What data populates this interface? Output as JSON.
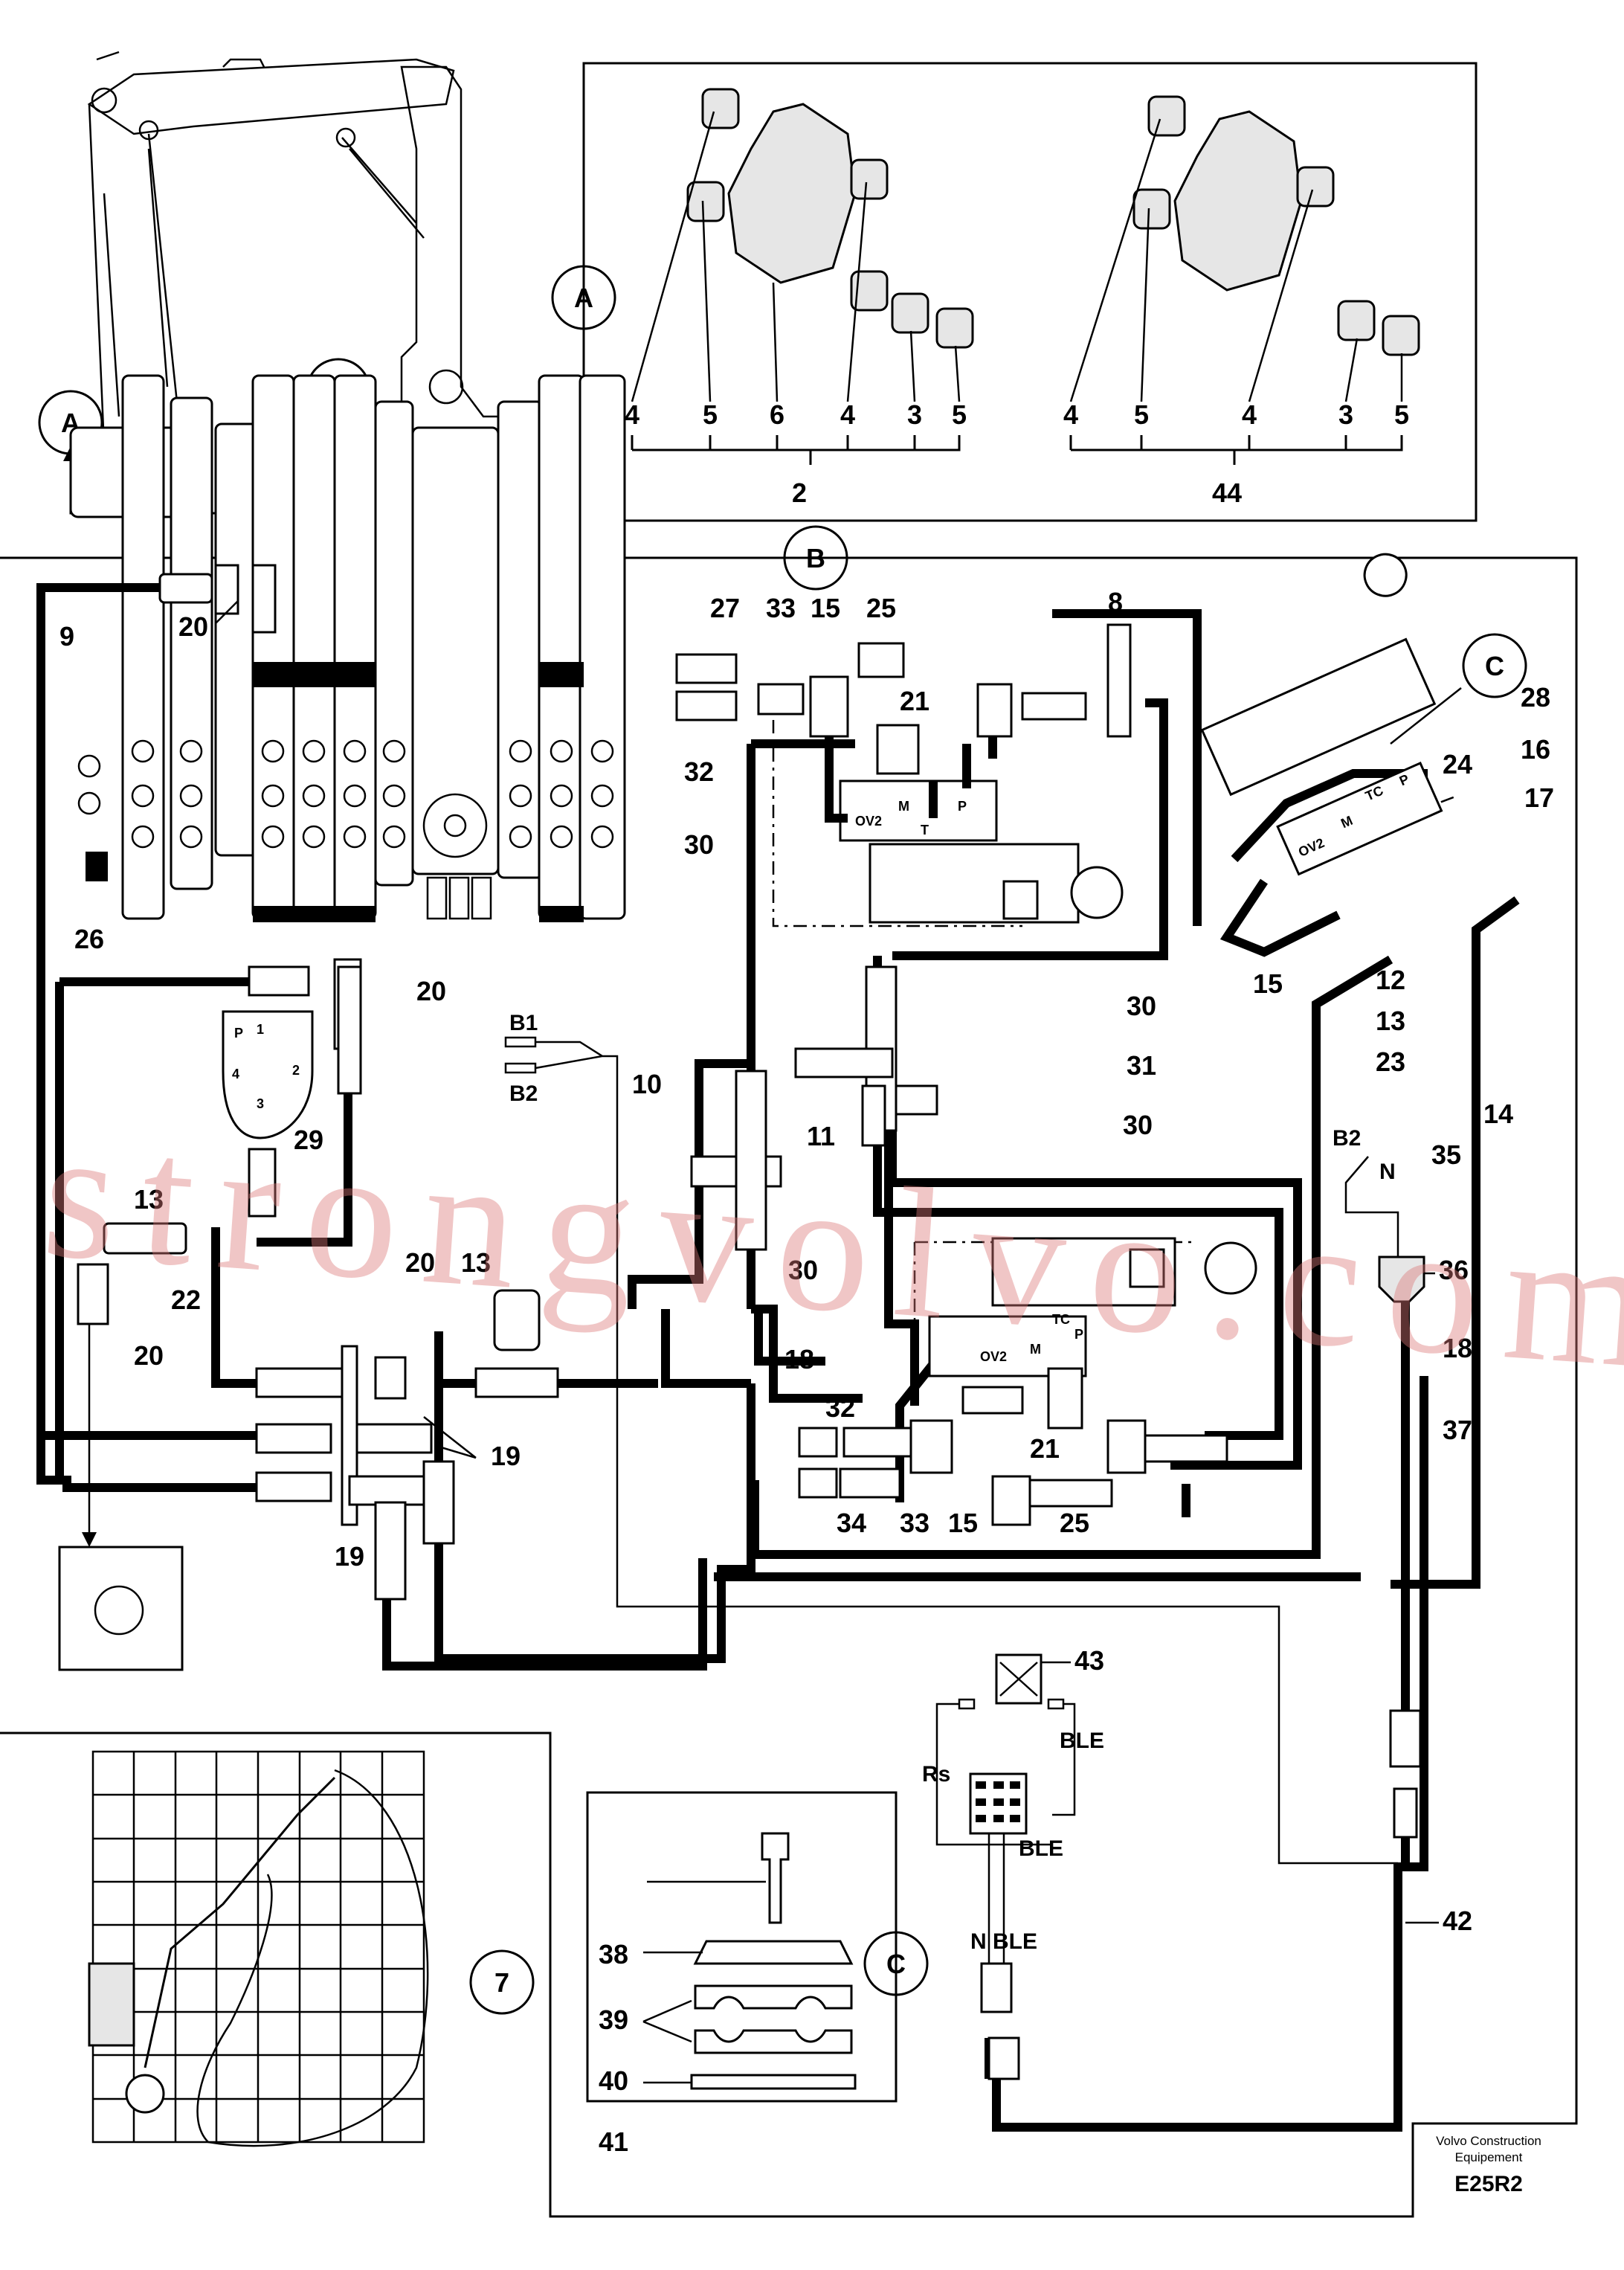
{
  "callouts": {
    "a_top": "A",
    "b_top": "B",
    "one": "1",
    "a_box": "A",
    "b_main": "B",
    "c_main": "C",
    "c_box": "C",
    "seven": "7"
  },
  "bracket_2": {
    "items": [
      "4",
      "5",
      "6",
      "4",
      "3",
      "5"
    ],
    "total": "2"
  },
  "bracket_44": {
    "items": [
      "4",
      "5",
      "4",
      "3",
      "5"
    ],
    "total": "44"
  },
  "labels": {
    "l9": "9",
    "l20a": "20",
    "l27": "27",
    "l33a": "33",
    "l15a": "15",
    "l25a": "25",
    "l8": "8",
    "l21a": "21",
    "l32a": "32",
    "l30a": "30",
    "l28": "28",
    "l16": "16",
    "l24": "24",
    "l17": "17",
    "l15b": "15",
    "l12": "12",
    "l13a": "13",
    "l23": "23",
    "l14": "14",
    "l35": "35",
    "l26": "26",
    "l20b": "20",
    "l30b": "30",
    "l31": "31",
    "l10": "10",
    "l11": "11",
    "l29": "29",
    "l30c": "30",
    "l13b": "13",
    "l22": "22",
    "l20c": "20",
    "l20d": "20",
    "l13c": "13",
    "l30d": "30",
    "l18a": "18",
    "l19a": "19",
    "l19b": "19",
    "l32b": "32",
    "l34": "34",
    "l33b": "33",
    "l15c": "15",
    "l21b": "21",
    "l25b": "25",
    "l36": "36",
    "l18b": "18",
    "l37": "37",
    "l43": "43",
    "l42": "42",
    "l38": "38",
    "l39": "39",
    "l40": "40",
    "l41": "41"
  },
  "electrical": {
    "b1": "B1",
    "b2": "B2",
    "b2n": "B2",
    "n": "N",
    "rs": "Rs",
    "ble1": "BLE",
    "ble2": "BLE",
    "n_ble": "N BLE"
  },
  "valve_ports": {
    "top_ov2": "OV2",
    "top_m": "M",
    "top_t": "T",
    "top_p": "P",
    "bot_ov2": "OV2",
    "bot_m": "M",
    "bot_tc": "TC",
    "bot_p": "P",
    "r_ov2": "OV2",
    "r_m": "M",
    "r_tc": "TC",
    "r_p": "P",
    "pump_p": "P",
    "pump_1": "1",
    "pump_2": "2",
    "pump_3": "3",
    "pump_4": "4"
  },
  "watermark": "strongvolvo.com",
  "footer": {
    "company": "Volvo Construction Equipement",
    "code": "E25R2"
  }
}
